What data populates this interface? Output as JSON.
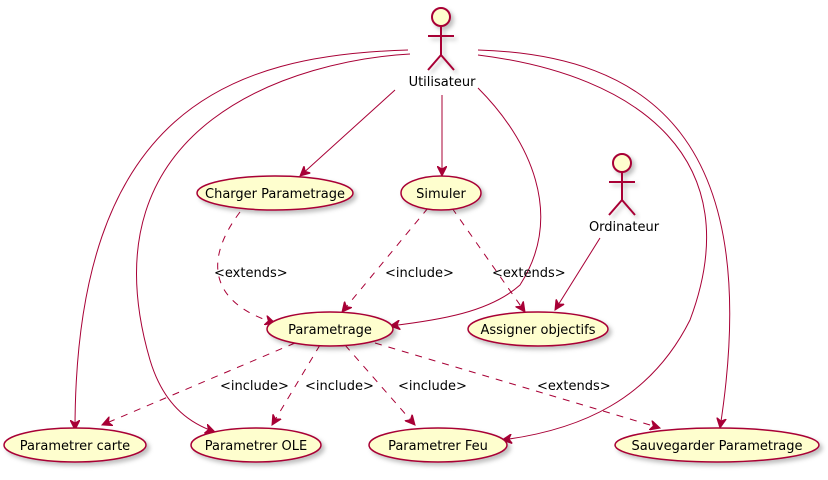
{
  "colors": {
    "node_fill": "#FEFECE",
    "border": "#A80036",
    "text": "#000000"
  },
  "actors": {
    "utilisateur": "Utilisateur",
    "ordinateur": "Ordinateur"
  },
  "use_cases": {
    "charger": "Charger Parametrage",
    "simuler": "Simuler",
    "parametrage": "Parametrage",
    "assigner": "Assigner objectifs",
    "carte": "Parametrer carte",
    "ole": "Parametrer OLE",
    "feu": "Parametrer Feu",
    "sauvegarder": "Sauvegarder Parametrage"
  },
  "relation_labels": {
    "charger_parametrage": "<extends>",
    "simuler_parametrage": "<include>",
    "simuler_assigner": "<extends>",
    "parametrage_carte": "<include>",
    "parametrage_ole": "<include>",
    "parametrage_feu": "<include>",
    "parametrage_sauvegarder": "<extends>"
  }
}
